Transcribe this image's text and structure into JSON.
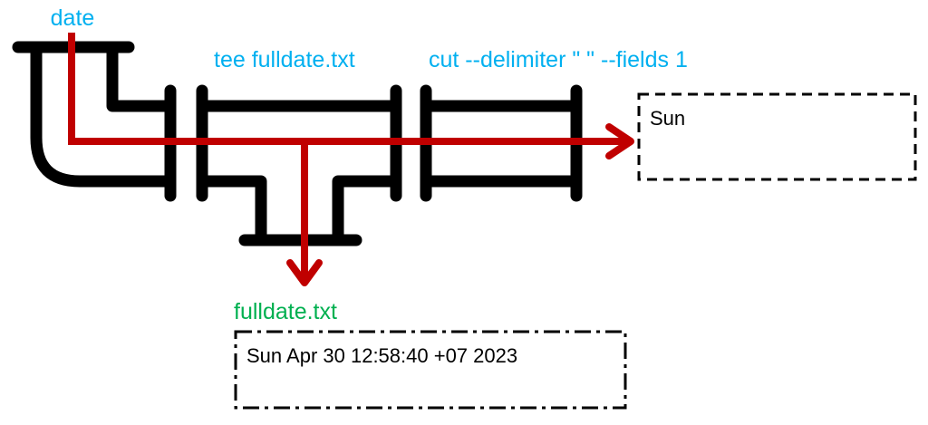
{
  "colors": {
    "command": "#00b0f0",
    "file": "#00b050",
    "flow": "#c00000",
    "pipe": "#000000"
  },
  "commands": {
    "date": "date",
    "tee": "tee fulldate.txt",
    "cut": "cut --delimiter \" \" --fields 1"
  },
  "stdout_box": {
    "text": "Sun"
  },
  "file_output": {
    "filename": "fulldate.txt",
    "text": "Sun Apr 30 12:58:40 +07 2023"
  }
}
